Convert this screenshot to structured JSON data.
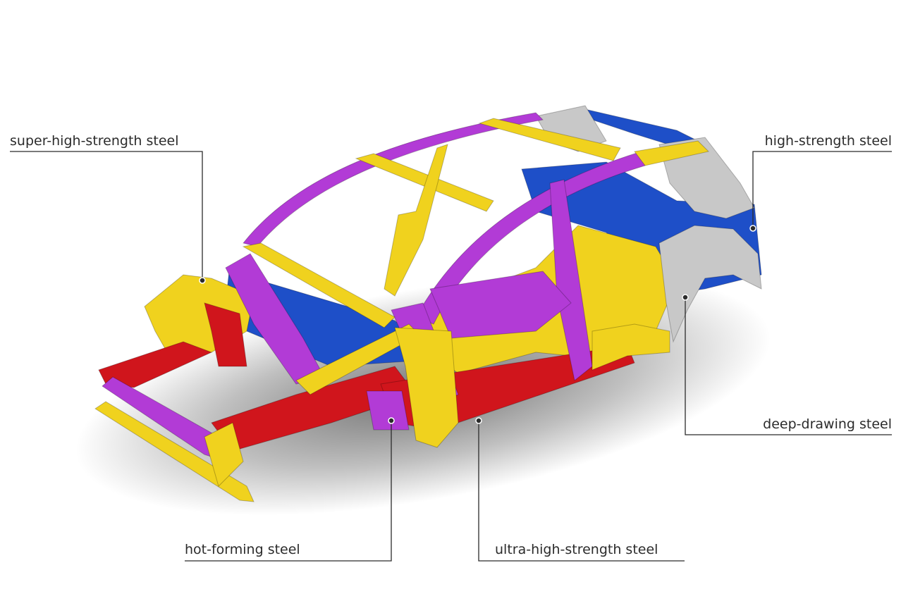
{
  "labels": {
    "super_high_strength": "super-high-strength steel",
    "high_strength": "high-strength steel",
    "deep_drawing": "deep-drawing steel",
    "hot_forming": "hot-forming steel",
    "ultra_high_strength": "ultra-high-strength steel"
  },
  "colors": {
    "super_high_strength": "#f0d21e",
    "high_strength": "#1e4fc8",
    "deep_drawing": "#c8c8c8",
    "hot_forming": "#b23bd6",
    "ultra_high_strength": "#d0151c",
    "leader_line": "#2b2b2b"
  }
}
